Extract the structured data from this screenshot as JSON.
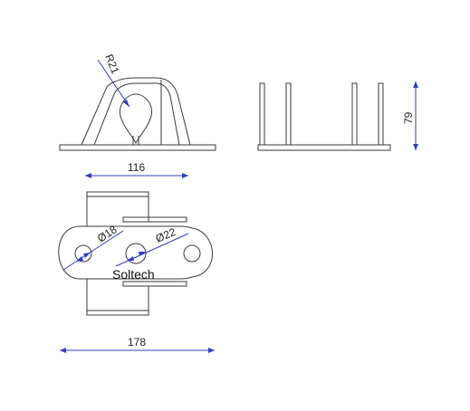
{
  "dimensions": {
    "radius": "R21",
    "front_width": "116",
    "side_height": "79",
    "hole_small": "Ø18",
    "hole_large": "Ø22",
    "plan_width": "178"
  },
  "brand": "Soltech",
  "colors": {
    "dimension_line": "#2a3fbf",
    "outline": "#3a3a3a"
  }
}
